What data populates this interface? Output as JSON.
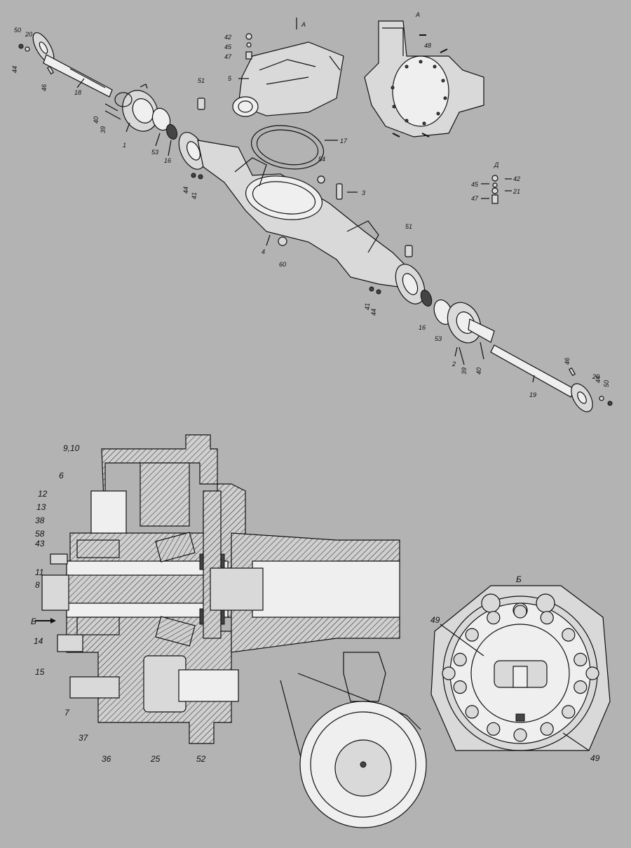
{
  "diagram": {
    "view_letters": {
      "a_top": "А",
      "a_detail": "А",
      "d_section": "Д",
      "b_view": "Б",
      "b_arrow": "Б"
    },
    "exploded_labels": [
      {
        "id": "50",
        "text": "50"
      },
      {
        "id": "20",
        "text": "20"
      },
      {
        "id": "44a",
        "text": "44"
      },
      {
        "id": "46a",
        "text": "46"
      },
      {
        "id": "18",
        "text": "18"
      },
      {
        "id": "40a",
        "text": "40"
      },
      {
        "id": "39a",
        "text": "39"
      },
      {
        "id": "1",
        "text": "1"
      },
      {
        "id": "53a",
        "text": "53"
      },
      {
        "id": "16a",
        "text": "16"
      },
      {
        "id": "51a",
        "text": "51"
      },
      {
        "id": "44b",
        "text": "44"
      },
      {
        "id": "41a",
        "text": "41"
      },
      {
        "id": "42a",
        "text": "42"
      },
      {
        "id": "45a",
        "text": "45"
      },
      {
        "id": "47a",
        "text": "47"
      },
      {
        "id": "5",
        "text": "5"
      },
      {
        "id": "17",
        "text": "17"
      },
      {
        "id": "54",
        "text": "54"
      },
      {
        "id": "3",
        "text": "3"
      },
      {
        "id": "4",
        "text": "4"
      },
      {
        "id": "60",
        "text": "60"
      },
      {
        "id": "48",
        "text": "48"
      },
      {
        "id": "42b",
        "text": "42"
      },
      {
        "id": "45b",
        "text": "45"
      },
      {
        "id": "21",
        "text": "21"
      },
      {
        "id": "47b",
        "text": "47"
      },
      {
        "id": "51b",
        "text": "51"
      },
      {
        "id": "41b",
        "text": "41"
      },
      {
        "id": "44c",
        "text": "44"
      },
      {
        "id": "16b",
        "text": "16"
      },
      {
        "id": "53b",
        "text": "53"
      },
      {
        "id": "2",
        "text": "2"
      },
      {
        "id": "39b",
        "text": "39"
      },
      {
        "id": "40b",
        "text": "40"
      },
      {
        "id": "46b",
        "text": "46"
      },
      {
        "id": "19",
        "text": "19"
      },
      {
        "id": "20b",
        "text": "20"
      },
      {
        "id": "44d",
        "text": "44"
      },
      {
        "id": "50b",
        "text": "50"
      }
    ],
    "section_labels": [
      {
        "id": "9-10",
        "text": "9,10"
      },
      {
        "id": "6",
        "text": "6"
      },
      {
        "id": "12",
        "text": "12"
      },
      {
        "id": "13",
        "text": "13"
      },
      {
        "id": "38",
        "text": "38"
      },
      {
        "id": "58",
        "text": "58"
      },
      {
        "id": "43",
        "text": "43"
      },
      {
        "id": "11",
        "text": "11"
      },
      {
        "id": "8",
        "text": "8"
      },
      {
        "id": "14",
        "text": "14"
      },
      {
        "id": "15",
        "text": "15"
      },
      {
        "id": "7",
        "text": "7"
      },
      {
        "id": "37",
        "text": "37"
      },
      {
        "id": "36",
        "text": "36"
      },
      {
        "id": "25",
        "text": "25"
      },
      {
        "id": "52",
        "text": "52"
      }
    ],
    "view_b_labels": [
      {
        "id": "49a",
        "text": "49"
      },
      {
        "id": "49b",
        "text": "49"
      }
    ]
  }
}
